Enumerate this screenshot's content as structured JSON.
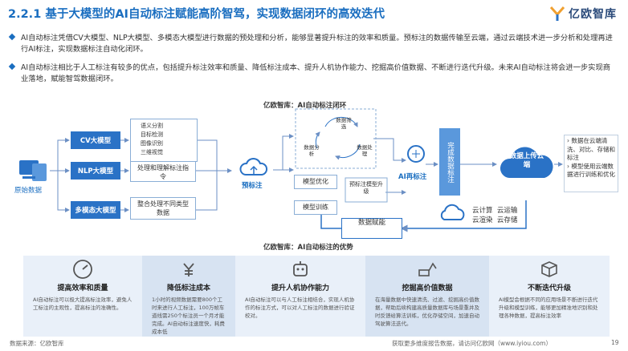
{
  "header": {
    "title": "2.2.1 基于大模型的AI自动标注赋能高阶智驾，实现数据闭环的高效迭代",
    "logo_text": "亿欧智库"
  },
  "bullets": [
    "AI自动标注凭借CV大模型、NLP大模型、多模态大模型进行数据的预处理和分析，能够显著提升标注的效率和质量。预标注的数据传输至云端，通过云端技术进一步分析和处理再进行AI标注，实现数据标注自动化闭环。",
    "AI自动标注相比于人工标注有较多的优点，包括提升标注效率和质量、降低标注成本、提升人机协作能力、挖掘高价值数据、不断进行迭代升级。未来AI自动标注将会进一步实现商业落地，赋能智驾数据闭环。"
  ],
  "diagram": {
    "title": "亿欧智库：AI自动标注闭环",
    "raw_data": "原始数据",
    "models": [
      "CV大模型",
      "NLP大模型",
      "多模态大模型"
    ],
    "cv_tasks": [
      "语义分割",
      "目标检测",
      "图像识别",
      "三维视觉"
    ],
    "nlp_task": "处理和理解标注指令",
    "mm_task": "整合处理不同类型数据",
    "pre_label": "预标注",
    "loop": [
      "数据筛选",
      "数据分析",
      "数据处理"
    ],
    "model_optimize": "模型优化",
    "model_train": "模型训练",
    "pre_upgrade": "预标注模型升级",
    "ai_relabel": "AI再标注",
    "done_label": "完成数据标注",
    "cloud": "数据上传云端",
    "cloud_tech": [
      "云计算",
      "云运输",
      "云渲染",
      "云存储"
    ],
    "data_empower": "数据赋能",
    "cloud_list": [
      "数据在云端清洗、对比、存储和标注",
      "模型使用云端数据进行训练和优化"
    ]
  },
  "advantages": {
    "title": "亿欧智库：AI自动标注的优势",
    "cards": [
      {
        "title": "提高效率和质量",
        "icon": "efficiency-icon",
        "desc": "AI自动标注可以极大提高标注效率，避免人工标注的主观性，提高标注的准确性。"
      },
      {
        "title": "降低标注成本",
        "icon": "cost-icon",
        "desc": "1小时的视频数据需要800个工时来进行人工标注，100万帧车道线需250个标注员一个月才能完成。AI自动标注速度快，耗费成本低"
      },
      {
        "title": "提升人机协作能力",
        "icon": "robot-icon",
        "desc": "AI自动标注可以与人工标注相结合，实现人机协作的标注方式，可以对人工标注的数据进行验证校对。"
      },
      {
        "title": "挖掘高价值数据",
        "icon": "excavator-icon",
        "desc": "在海量数据中快速清洗、过滤、挖掘高价值数据，帮助后续构建高质量数据库与场景重并及时反馈给算法训练，优化存储空间，加速自动驾驶算法迭代。"
      },
      {
        "title": "不断迭代升级",
        "icon": "upgrade-box-icon",
        "desc": "AI模型会根据不同的应用场景不断进行迭代升级和模型训练，能够更加精准地识别和处理各种数据，提高标注效率"
      }
    ]
  },
  "footer": {
    "source": "数据来源：亿欧智库",
    "report": "获取更多维度报告数据，请访问亿欧网（www.iyiou.com）",
    "page": "19"
  },
  "colors": {
    "primary": "#1a6ec0",
    "box_blue": "#2a72c6",
    "card_bg": "#e9f0f9"
  }
}
